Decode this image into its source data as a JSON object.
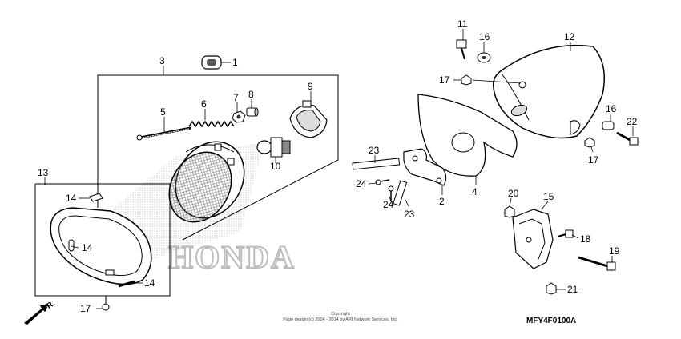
{
  "diagram": {
    "callouts": [
      "1",
      "2",
      "3",
      "4",
      "5",
      "6",
      "7",
      "8",
      "9",
      "10",
      "11",
      "12",
      "13",
      "14",
      "14",
      "14",
      "15",
      "16",
      "16",
      "17",
      "17",
      "17",
      "18",
      "19",
      "20",
      "21",
      "22",
      "23",
      "23",
      "24",
      "24"
    ],
    "watermark": "HONDA",
    "copyright_line1": "Copyright",
    "copyright_line2": "Page design (c) 2004 - 2014 by ARI Network Services, Inc.",
    "diagram_code": "MFY4F0100A",
    "direction_label": "FR."
  }
}
